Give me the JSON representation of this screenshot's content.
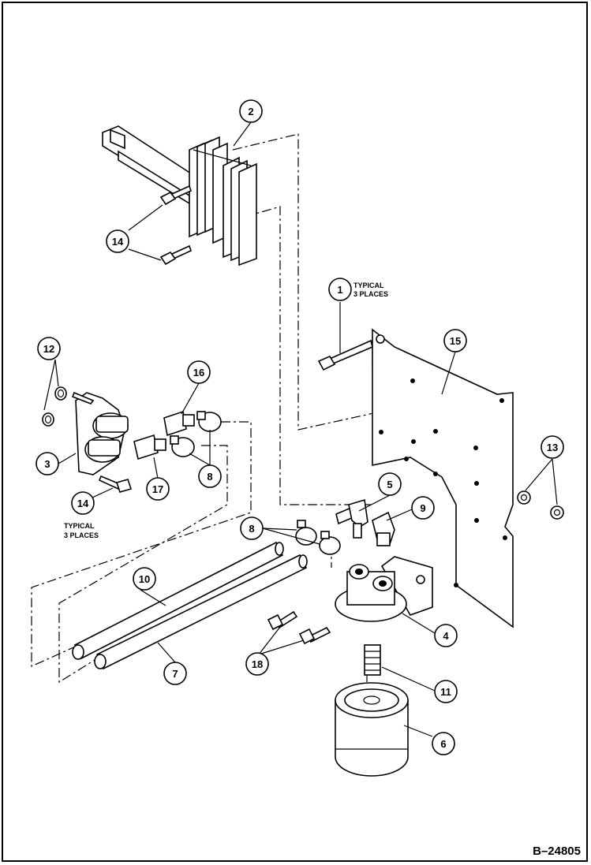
{
  "figure_id": "B–24805",
  "callouts": [
    {
      "id": "c1",
      "label": "1"
    },
    {
      "id": "c2",
      "label": "2"
    },
    {
      "id": "c3",
      "label": "3"
    },
    {
      "id": "c4",
      "label": "4"
    },
    {
      "id": "c5",
      "label": "5"
    },
    {
      "id": "c6",
      "label": "6"
    },
    {
      "id": "c7",
      "label": "7"
    },
    {
      "id": "c8a",
      "label": "8"
    },
    {
      "id": "c8b",
      "label": "8"
    },
    {
      "id": "c9",
      "label": "9"
    },
    {
      "id": "c10",
      "label": "10"
    },
    {
      "id": "c11",
      "label": "11"
    },
    {
      "id": "c12",
      "label": "12"
    },
    {
      "id": "c13",
      "label": "13"
    },
    {
      "id": "c14a",
      "label": "14"
    },
    {
      "id": "c14b",
      "label": "14"
    },
    {
      "id": "c15",
      "label": "15"
    },
    {
      "id": "c16",
      "label": "16"
    },
    {
      "id": "c17",
      "label": "17"
    },
    {
      "id": "c18",
      "label": "18"
    }
  ],
  "notes": {
    "typical_1_line1": "TYPICAL",
    "typical_1_line2": "3 PLACES",
    "typical_14_line1": "TYPICAL",
    "typical_14_line2": "3 PLACES"
  }
}
